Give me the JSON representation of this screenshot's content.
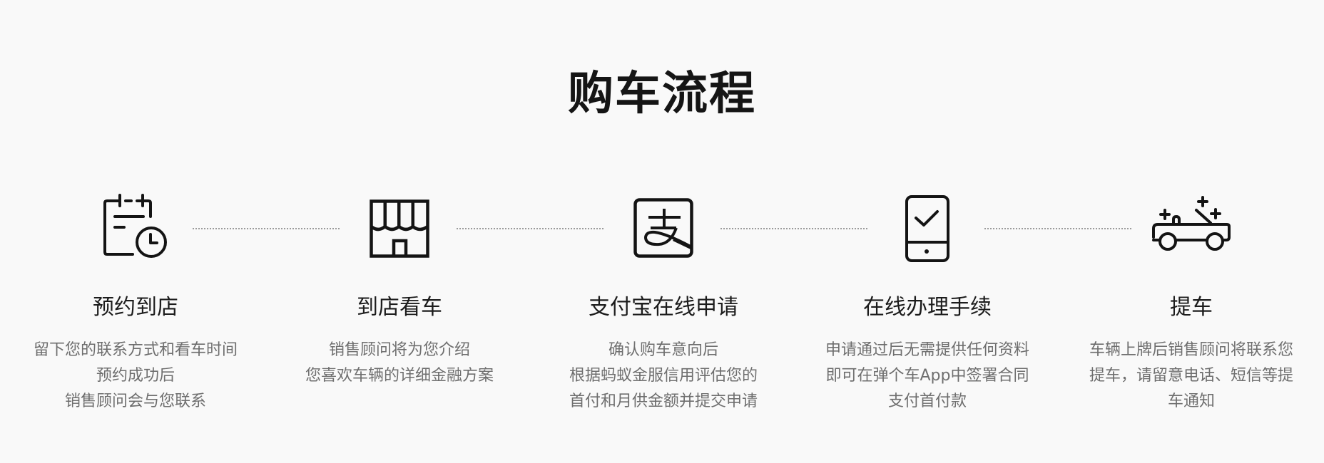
{
  "page": {
    "title": "购车流程",
    "background": "#f9f9f9"
  },
  "steps": [
    {
      "icon": "calendar-clock-icon",
      "title": "预约到店",
      "desc": [
        "留下您的联系方式和看车时间",
        "预约成功后",
        "销售顾问会与您联系"
      ]
    },
    {
      "icon": "store-icon",
      "title": "到店看车",
      "desc": [
        "销售顾问将为您介绍",
        "您喜欢车辆的详细金融方案"
      ]
    },
    {
      "icon": "alipay-icon",
      "title": "支付宝在线申请",
      "desc": [
        "确认购车意向后",
        "根据蚂蚁金服信用评估您的",
        "首付和月供金额并提交申请"
      ]
    },
    {
      "icon": "phone-check-icon",
      "title": "在线办理手续",
      "desc": [
        "申请通过后无需提供任何资料",
        "即可在弹个车App中签署合同",
        "支付首付款"
      ]
    },
    {
      "icon": "car-sparkle-icon",
      "title": "提车",
      "desc": [
        "车辆上牌后销售顾问将联系您",
        "提车，请留意电话、短信等提",
        "车通知"
      ]
    }
  ],
  "colors": {
    "title": "#151515",
    "step_title": "#1c1c1c",
    "step_desc": "#6e6e6e",
    "connector": "#9b9b9b",
    "icon_stroke": "#141414"
  }
}
